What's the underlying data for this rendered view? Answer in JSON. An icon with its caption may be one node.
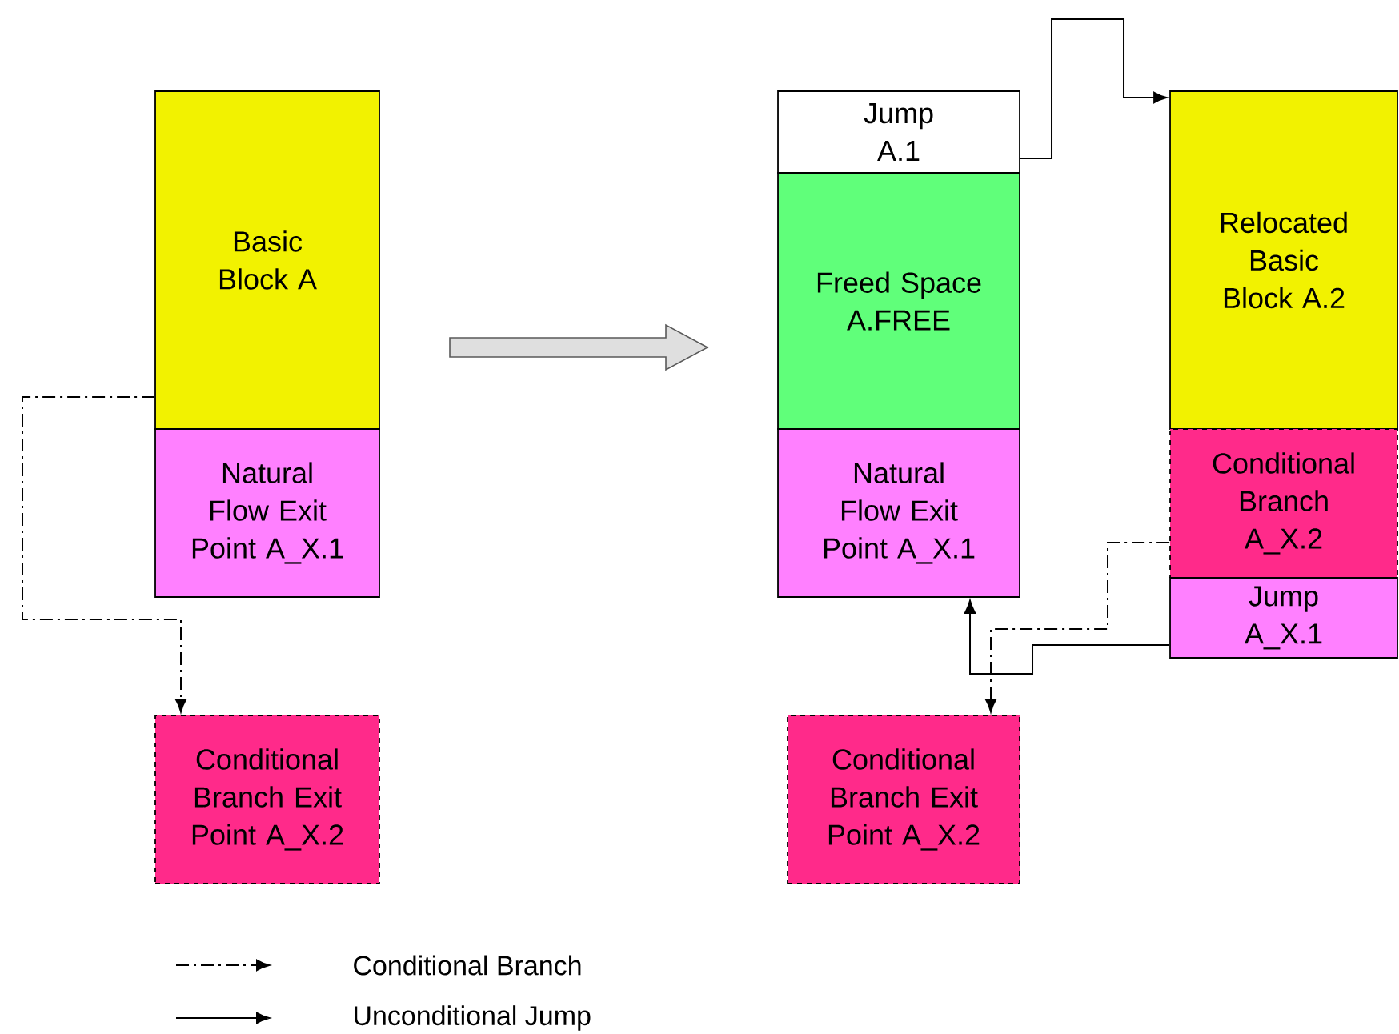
{
  "diagram": {
    "nodes": [
      {
        "text": [
          "Basic Block A"
        ]
      },
      {
        "text": [
          "Natural Flow Exit Point A_X.1"
        ]
      },
      {
        "text": [
          "Conditional Branch Exit Point A_X.2"
        ]
      },
      {
        "text": [
          "Jump A.1"
        ]
      },
      {
        "text": [
          "Freed Space A.FREE"
        ]
      },
      {
        "text": [
          "Natural Flow Exit Point A_X.1"
        ]
      },
      {
        "text": [
          "Conditional Branch Exit Point A_X.2"
        ]
      },
      {
        "text": [
          "Relocated Basic Block A.2"
        ]
      },
      {
        "text": [
          "Conditional Branch A_X.2"
        ]
      },
      {
        "text": [
          "Jump A_X.1"
        ]
      }
    ],
    "edges": [
      {
        "from": 0,
        "to": 2,
        "arrow": "to",
        "style": "dashed"
      },
      {
        "from": 3,
        "to": 7,
        "arrow": "to"
      },
      {
        "from": 8,
        "to": 6,
        "arrow": "to",
        "style": "dashed"
      },
      {
        "from": 9,
        "to": 5,
        "arrow": "to"
      }
    ],
    "legend": [
      {
        "text": "Conditional Branch"
      },
      {
        "text": "Unconditional Jump"
      }
    ]
  }
}
